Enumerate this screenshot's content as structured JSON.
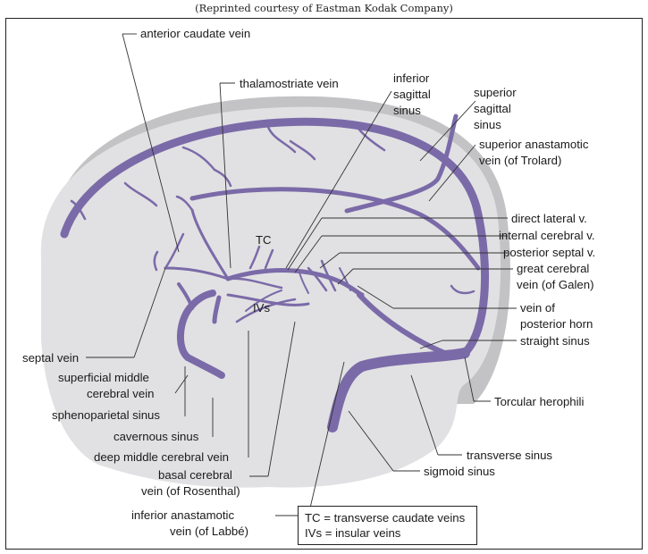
{
  "credit": "(Reprinted courtesy of Eastman Kodak Company)",
  "colors": {
    "vein": "#7b6aa8",
    "brain": "#e1e1e3",
    "skull": "#c3c3c5"
  },
  "labels": {
    "anterior_caudate_vein": "anterior caudate vein",
    "thalamostriate_vein": "thalamostriate vein",
    "inferior_sagittal_sinus": [
      "inferior",
      "sagittal",
      "sinus"
    ],
    "superior_sagittal_sinus": [
      "superior",
      "sagittal",
      "sinus"
    ],
    "superior_anastamotic_vein": [
      "superior anastamotic",
      "vein (of Trolard)"
    ],
    "direct_lateral_v": "direct lateral v.",
    "internal_cerebral_v": "internal cerebral v.",
    "posterior_septal_v": "posterior septal v.",
    "great_cerebral_vein": [
      "great cerebral",
      "vein (of Galen)"
    ],
    "vein_of_posterior_horn": [
      "vein of",
      "posterior horn"
    ],
    "straight_sinus": "straight sinus",
    "torcular_herophili": "Torcular herophili",
    "transverse_sinus": "transverse sinus",
    "sigmoid_sinus": "sigmoid sinus",
    "septal_vein": "septal vein",
    "superficial_middle_cerebral_vein": [
      "superficial middle",
      "cerebral vein"
    ],
    "sphenoparietal_sinus": "sphenoparietal sinus",
    "cavernous_sinus": "cavernous sinus",
    "deep_middle_cerebral_vein": "deep middle cerebral vein",
    "basal_cerebral_vein": [
      "basal cerebral",
      "vein (of Rosenthal)"
    ],
    "inferior_anastamotic_vein": [
      "inferior anastamotic",
      "vein (of Labbé)"
    ],
    "tc": "TC",
    "ivs": "IVs"
  },
  "legend": {
    "line1": "TC = transverse caudate veins",
    "line2": "IVs = insular veins"
  }
}
